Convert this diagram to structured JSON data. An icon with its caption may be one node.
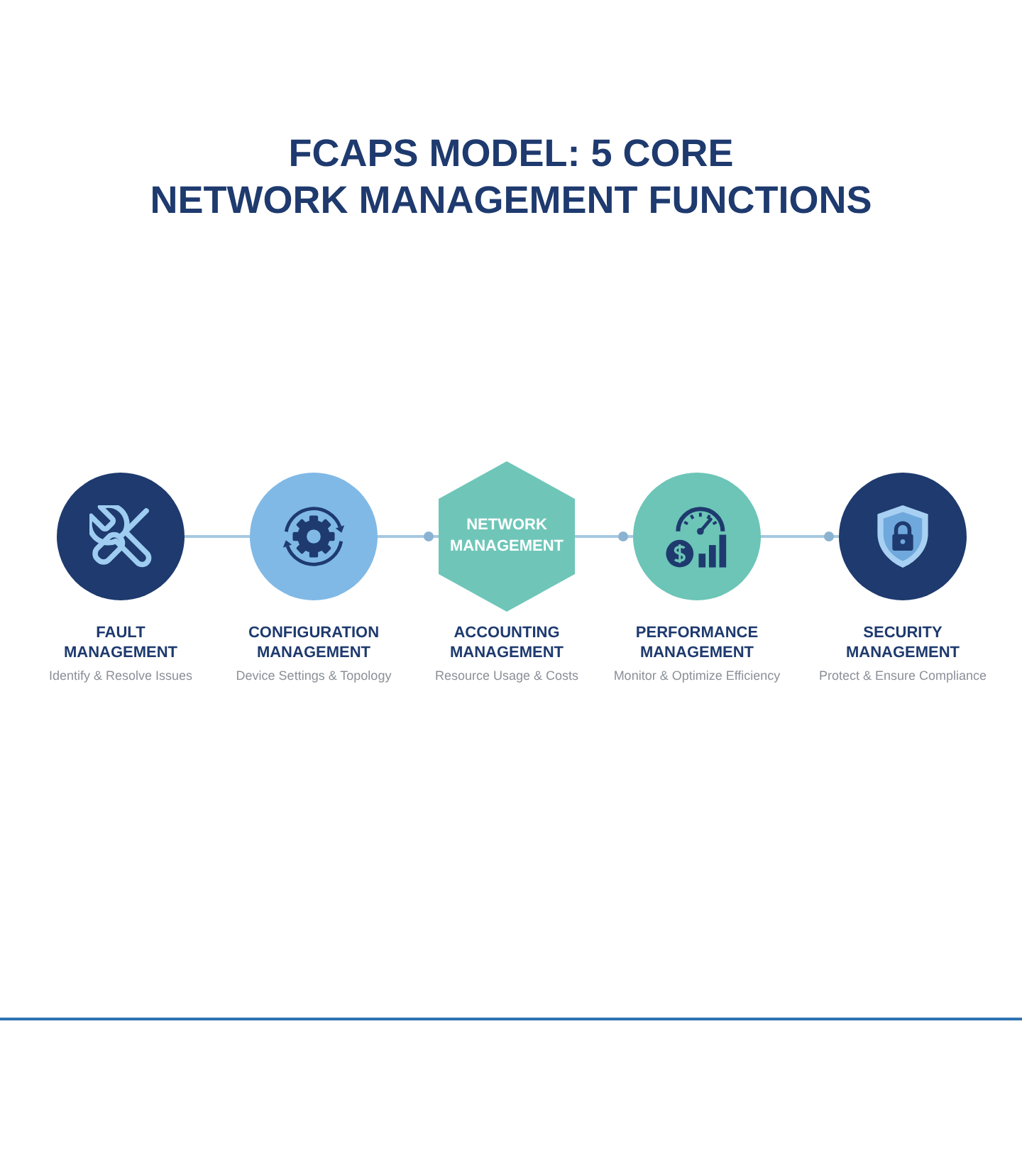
{
  "diagram": {
    "title": "FCAPS MODEL: 5 CORE NETWORK MANAGEMENT FUNCTIONS",
    "nodes": [
      {
        "text": [
          "FAULT MANAGEMENT",
          "Identify & Resolve Issues"
        ]
      },
      {
        "text": [
          "CONFIGURATION MANAGEMENT",
          "Device Settings & Topology"
        ]
      },
      {
        "text": [
          "NETWORK MANAGEMENT",
          "ACCOUNTING MANAGEMENT",
          "Resource Usage & Costs"
        ]
      },
      {
        "text": [
          "PERFORMANCE MANAGEMENT",
          "Monitor & Optimize Efficiency"
        ]
      },
      {
        "text": [
          "SECURITY MANAGEMENT",
          "Protect & Ensure Compliance"
        ]
      }
    ],
    "edges": [
      {
        "from": 0,
        "to": 1,
        "arrow": "none"
      },
      {
        "from": 1,
        "to": 2,
        "arrow": "other"
      },
      {
        "from": 2,
        "to": 3,
        "arrow": "other"
      },
      {
        "from": 3,
        "to": 4,
        "arrow": "other"
      }
    ]
  }
}
